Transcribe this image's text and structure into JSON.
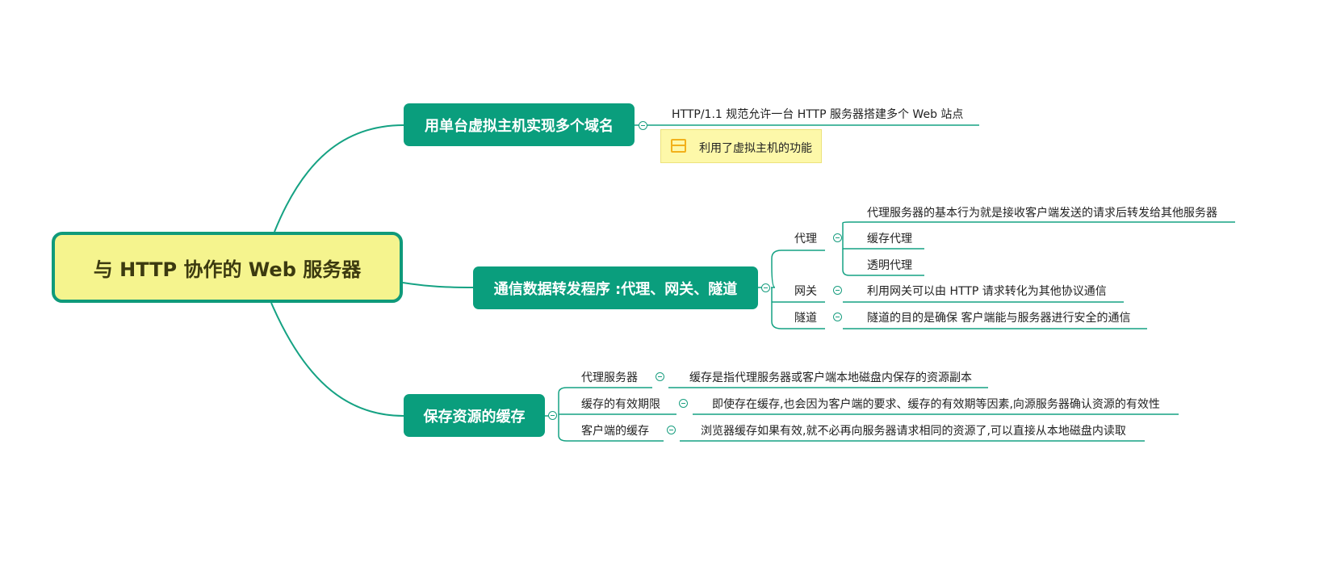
{
  "root": {
    "label": "与 HTTP 协作的 Web 服务器"
  },
  "branches": [
    {
      "label": "用单台虚拟主机实现多个域名",
      "leaf": "HTTP/1.1 规范允许一台 HTTP 服务器搭建多个 Web 站点",
      "note": "利用了虚拟主机的功能"
    },
    {
      "label": "通信数据转发程序 :代理、网关、隧道",
      "children": [
        {
          "label": "代理",
          "details": [
            "代理服务器的基本行为就是接收客户端发送的请求后转发给其他服务器",
            "缓存代理",
            "透明代理"
          ]
        },
        {
          "label": "网关",
          "details": [
            "利用网关可以由 HTTP 请求转化为其他协议通信"
          ]
        },
        {
          "label": "隧道",
          "details": [
            "隧道的目的是确保 客户端能与服务器进行安全的通信"
          ]
        }
      ]
    },
    {
      "label": "保存资源的缓存",
      "children": [
        {
          "label": "代理服务器",
          "details": [
            "缓存是指代理服务器或客户端本地磁盘内保存的资源副本"
          ]
        },
        {
          "label": "缓存的有效期限",
          "details": [
            "即使存在缓存,也会因为客户端的要求、缓存的有效期等因素,向源服务器确认资源的有效性"
          ]
        },
        {
          "label": "客户端的缓存",
          "details": [
            "浏览器缓存如果有效,就不必再向服务器请求相同的资源了,可以直接从本地磁盘内读取"
          ]
        }
      ]
    }
  ],
  "colors": {
    "line": "#15a283",
    "topic": "#0a9e7d",
    "root_fill": "#f5f48e",
    "note_fill": "#fdf8a9"
  },
  "icons": {
    "note": "note-icon",
    "collapse": "collapse-icon"
  }
}
